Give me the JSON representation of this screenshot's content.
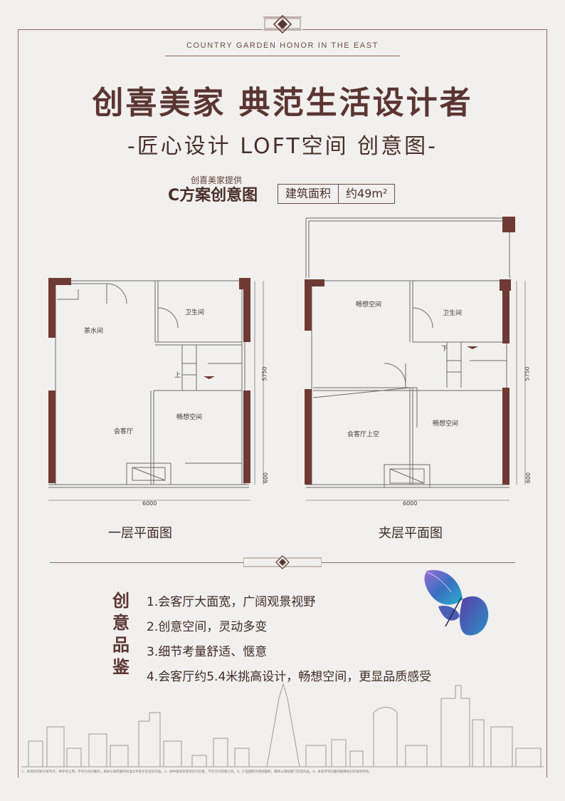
{
  "brand": "COUNTRY GARDEN HONOR IN THE EAST",
  "headline": "创喜美家  典范生活设计者",
  "subheadline": "-匠心设计   LOFT空间  创意图-",
  "plan": {
    "provider": "创喜美家提供",
    "title": "C方案创意图",
    "area_label": "建筑面积",
    "area_value": "约49m²"
  },
  "floor1": {
    "caption": "一层平面图",
    "rooms": {
      "tea": "茶水间",
      "bath": "卫生间",
      "up": "上",
      "idea": "畅想空间",
      "living": "会客厅"
    },
    "dims": {
      "width": "6000",
      "height": "5750",
      "balcony": "600"
    }
  },
  "mezz": {
    "caption": "夹层平面图",
    "rooms": {
      "idea_top": "畅想空间",
      "bath": "卫生间",
      "down": "下",
      "living_above": "会客厅上空",
      "idea": "畅想空间"
    },
    "dims": {
      "width": "6000",
      "height": "5750",
      "balcony": "600"
    }
  },
  "features": {
    "title_chars": [
      "创",
      "意",
      "品",
      "鉴"
    ],
    "items": [
      "1.会客厅大面宽，广阔观景视野",
      "2.创意空间，灵动多变",
      "3.细节考量舒适、惬意",
      "4.会客厅约5.4米挑高设计，畅想空间，更显品质感受"
    ]
  },
  "disclaimer": "1、本资料印制于某时点，供参考之用，不作为合同要约，具体以政府最终批准文件及买卖合同为准。2、图中家具及装饰仅为示意，不在交付范围之内。3、户型面积为预测面积，最终以测绘部门实测为准。4、本宣传资料最终解释权归开发商所有。",
  "colors": {
    "brand_brown": "#5b3532",
    "wall": "#6e3a33"
  },
  "icons": [
    "diamond-emblem-icon",
    "butterfly-icon",
    "skyline-illustration"
  ]
}
